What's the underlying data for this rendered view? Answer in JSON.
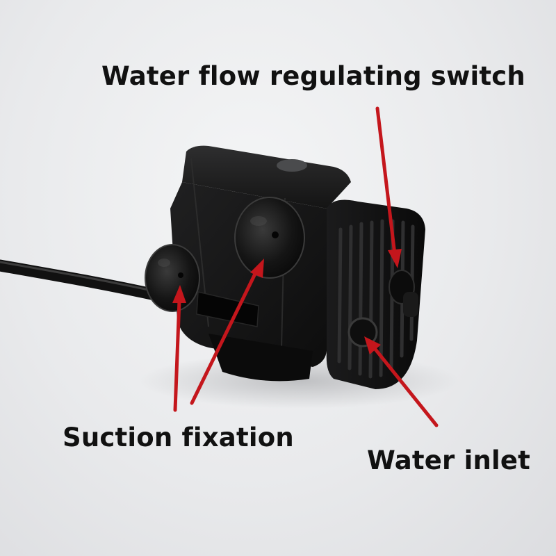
{
  "photo": {
    "subject": "submersible water pump",
    "colors": {
      "background": "#e8e9eb",
      "pump_body": "#161616",
      "arrow": "#c4161c",
      "label_text": "#111111"
    }
  },
  "callouts": {
    "switch": "Water flow regulating switch",
    "suction": "Suction fixation",
    "inlet": "Water inlet"
  }
}
